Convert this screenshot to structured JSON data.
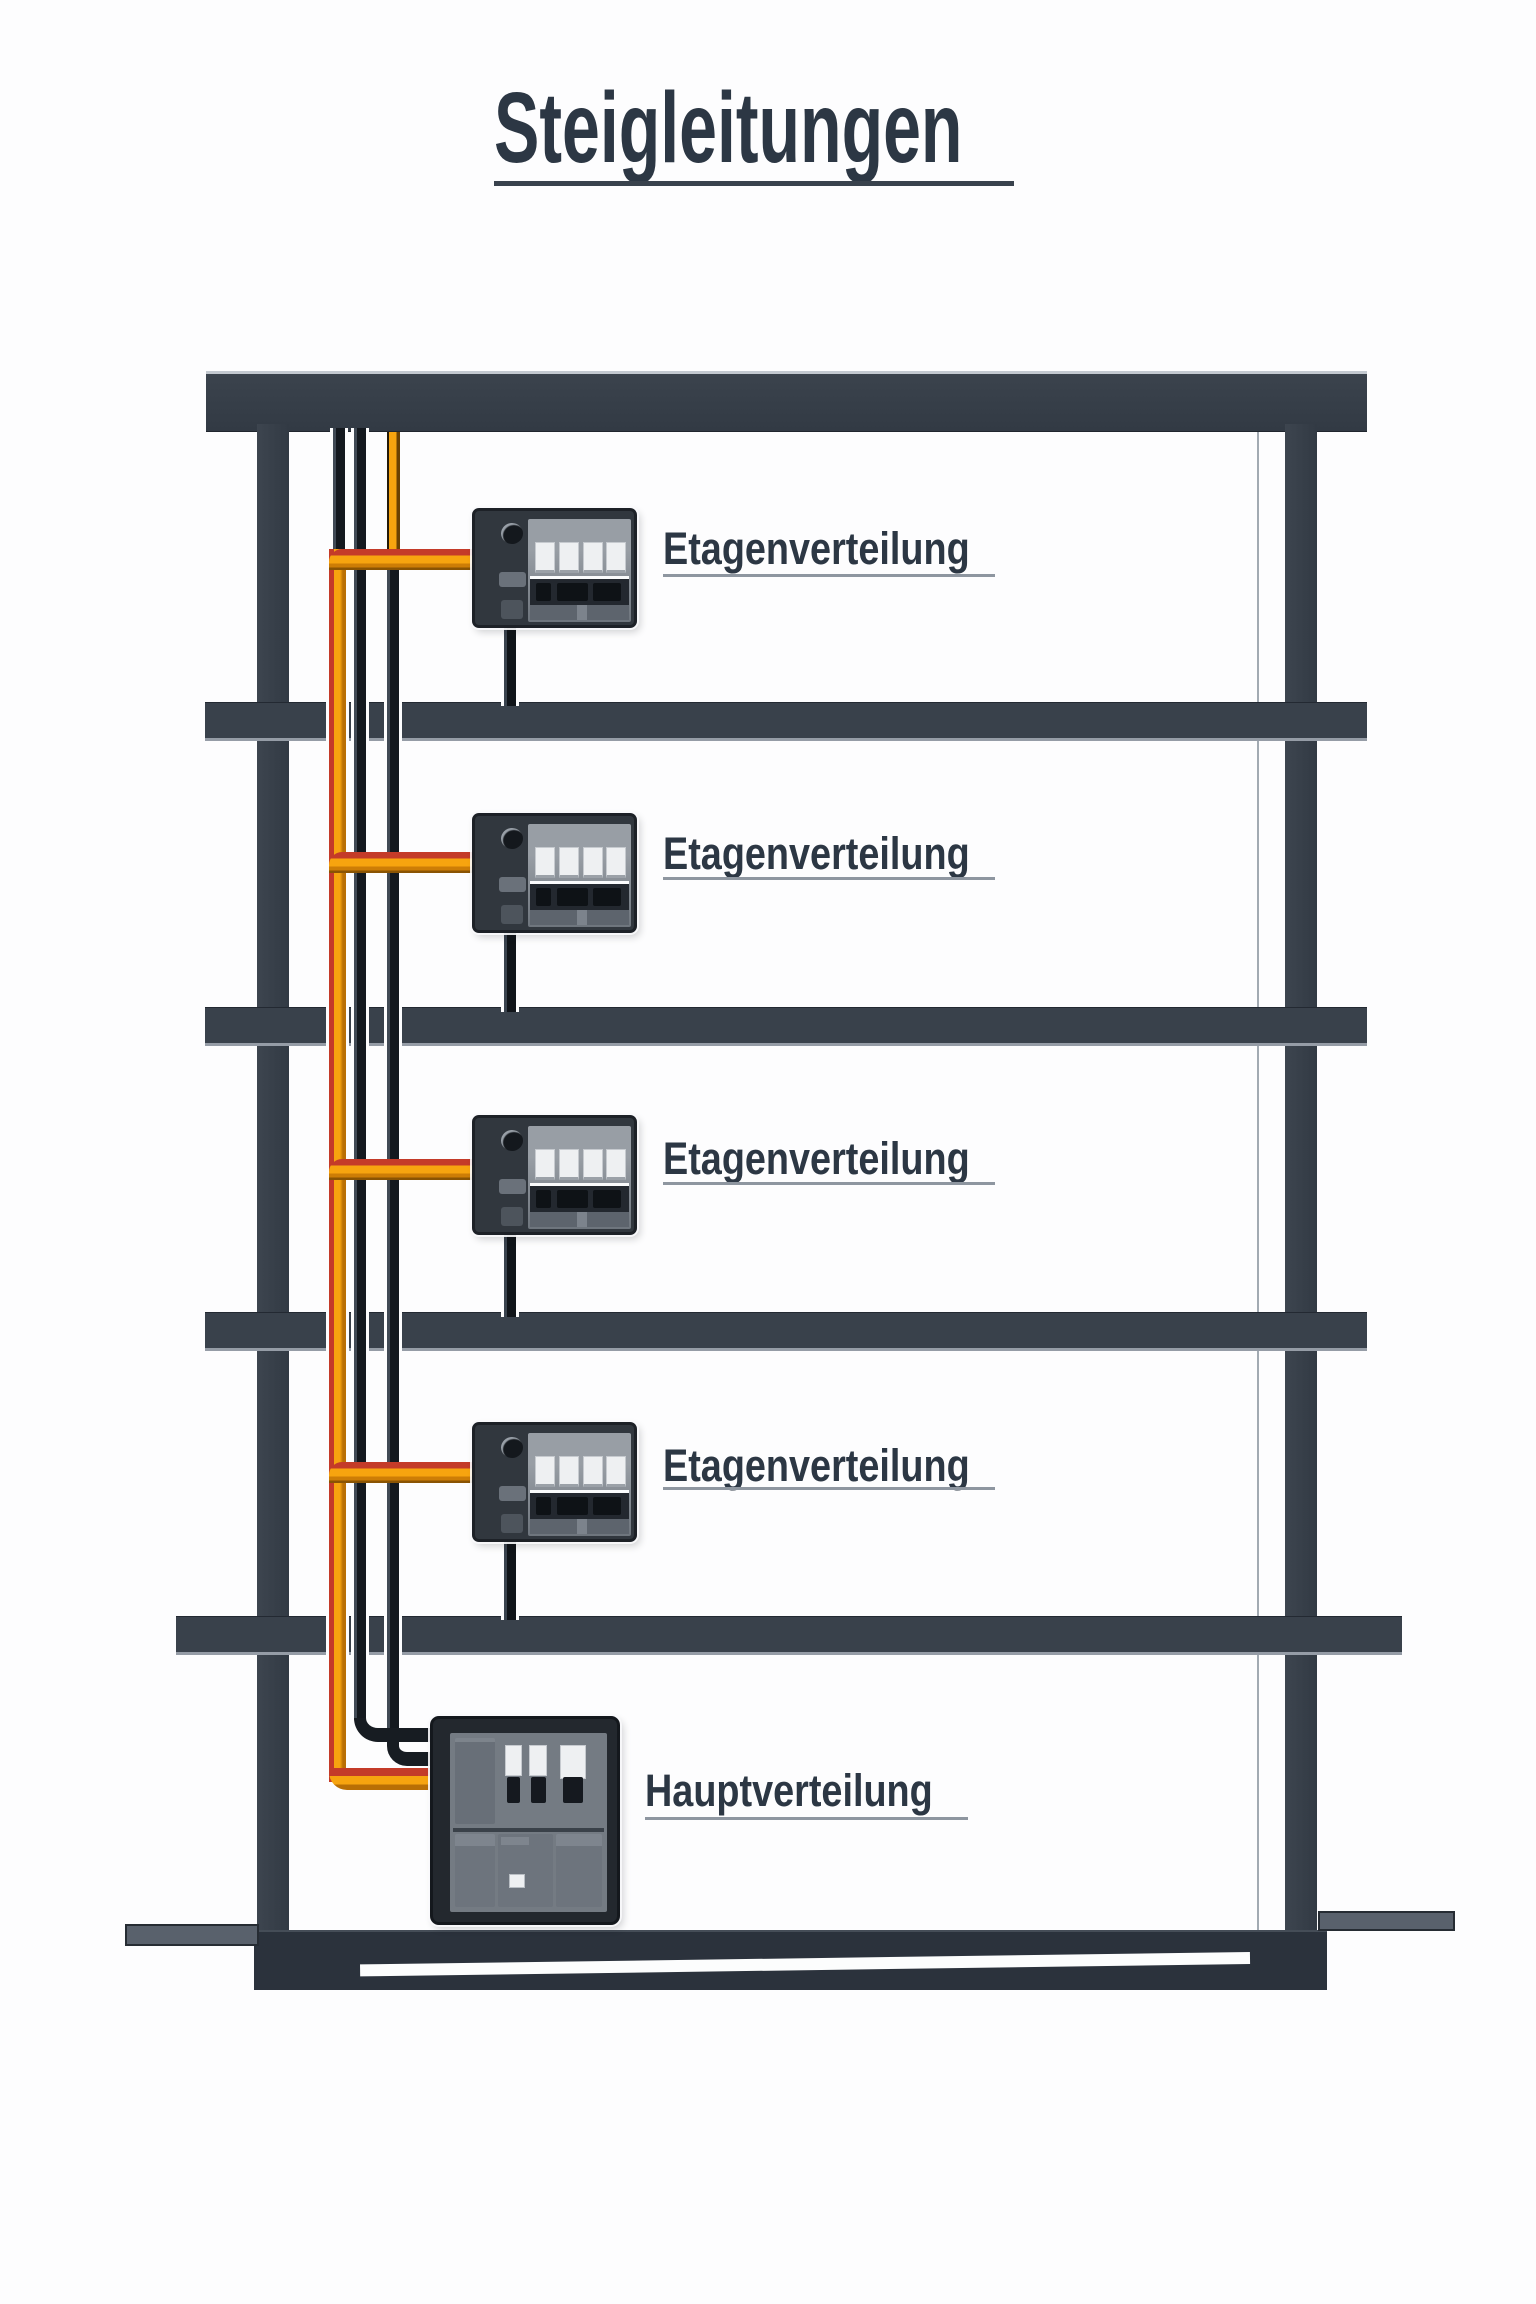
{
  "title": {
    "text": "Steigleitungen"
  },
  "labels": {
    "floors": [
      {
        "label": "Etagenverteilung"
      },
      {
        "label": "Etagenverteilung"
      },
      {
        "label": "Etagenverteilung"
      },
      {
        "label": "Etagenverteilung"
      }
    ],
    "main": {
      "label": "Hauptverteilung"
    }
  },
  "building": {
    "floor_count": 5,
    "floor_panel_count": 4,
    "main_panel_count": 1,
    "riser_cable_count": 3
  },
  "colors": {
    "structure": "#353d47",
    "ground_slab": "#2b323c",
    "cable_orange": "#f7a40f",
    "cable_red_stripe": "#c43b29",
    "cable_black": "#14191f",
    "panel_body": "#31373e",
    "panel_face": "#7b828a",
    "breaker_white": "#eef0f2",
    "text": "#2c3744",
    "underline": "#8e96a0",
    "background": "#fdfdfe"
  }
}
